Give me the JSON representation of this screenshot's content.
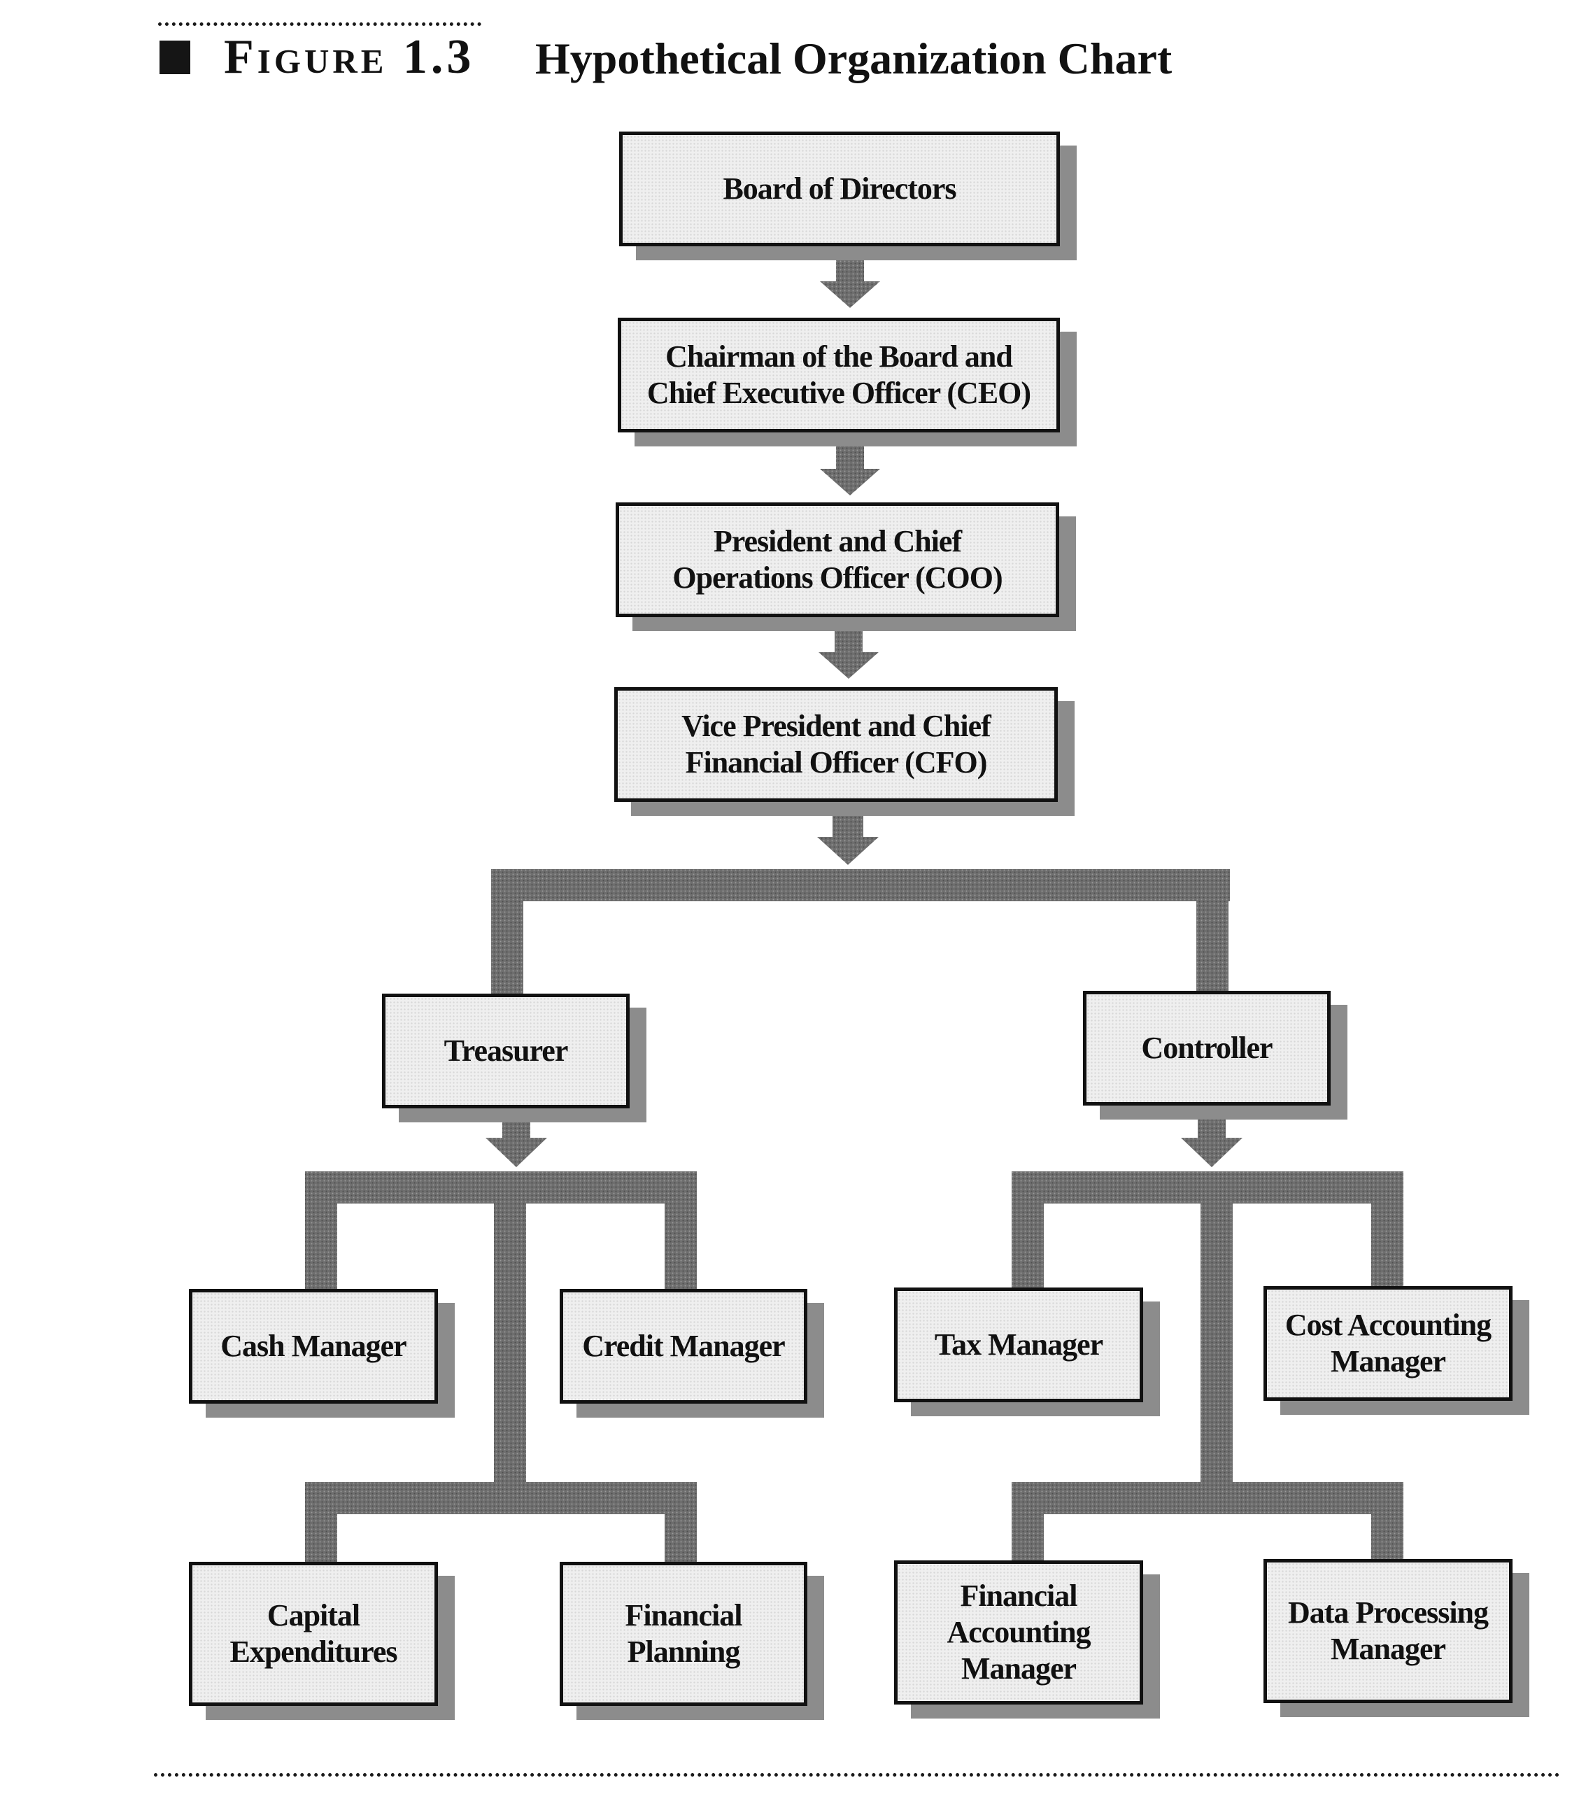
{
  "figure": {
    "label": "Figure 1.3",
    "title": "Hypothetical Organization Chart"
  },
  "nodes": {
    "board": "Board of Directors",
    "ceo": "Chairman of the Board and\nChief Executive Officer (CEO)",
    "coo": "President and Chief\nOperations Officer (COO)",
    "cfo": "Vice President and Chief\nFinancial Officer (CFO)",
    "treasurer": "Treasurer",
    "controller": "Controller",
    "cash_manager": "Cash Manager",
    "credit_manager": "Credit Manager",
    "capital_expenditures": "Capital\nExpenditures",
    "financial_planning": "Financial\nPlanning",
    "tax_manager": "Tax Manager",
    "cost_accounting_manager": "Cost Accounting\nManager",
    "financial_accounting_manager": "Financial\nAccounting\nManager",
    "data_processing_manager": "Data Processing\nManager"
  },
  "colors": {
    "connector": "#6e6e6e",
    "box_fill": "#efefef",
    "box_shadow": "#8c8c8c"
  }
}
